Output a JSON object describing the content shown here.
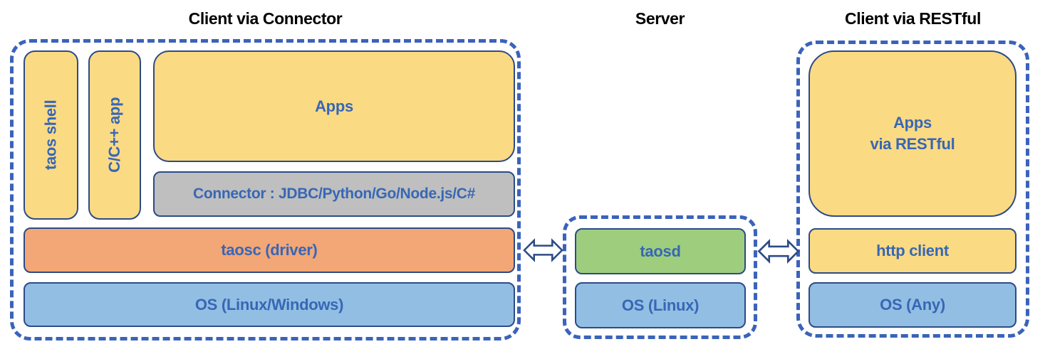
{
  "diagram": {
    "sections": [
      {
        "title": "Client via Connector",
        "boxes": {
          "taos_shell": "taos shell",
          "cpp_app": "C/C++ app",
          "apps": "Apps",
          "connector": "Connector : JDBC/Python/Go/Node.js/C#",
          "taosc": "taosc (driver)",
          "os": "OS (Linux/Windows)"
        }
      },
      {
        "title": "Server",
        "boxes": {
          "taosd": "taosd",
          "os": "OS (Linux)"
        }
      },
      {
        "title": "Client via RESTful",
        "boxes": {
          "apps_line1": "Apps",
          "apps_line2": "via RESTful",
          "http_client": "http client",
          "os": "OS (Any)"
        }
      }
    ],
    "arrows": [
      {
        "name": "bidirectional-arrow",
        "between": "client-connector / server"
      },
      {
        "name": "bidirectional-arrow",
        "between": "server / client-restful"
      }
    ],
    "colors": {
      "box_yellow": "#FBDA84",
      "box_orange": "#F3A676",
      "box_blue": "#92BEE3",
      "box_green": "#9ECD7D",
      "box_gray": "#BFBFBF",
      "box_border": "#2C4B87",
      "dashed_border": "#3A63BA",
      "label_text": "#3767B5",
      "title_text": "#000000",
      "background": "#FFFFFF"
    }
  }
}
